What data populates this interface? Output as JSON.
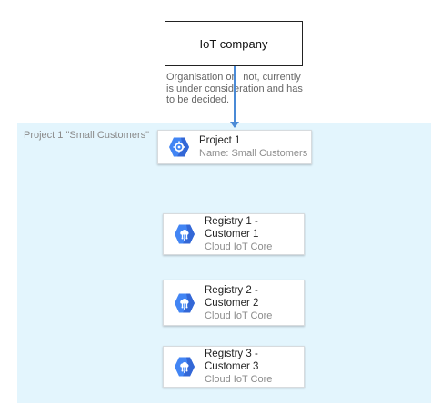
{
  "top_box": {
    "label": "IoT company"
  },
  "note": {
    "line1_a": "Organisation or",
    "line1_b": "not, currently",
    "line2": "is under consideration and has",
    "line3": "to be decided."
  },
  "project_area": {
    "title": "Project 1 \"Small Customers\""
  },
  "project_card": {
    "title": "Project 1",
    "subtitle": "Name: Small Customers",
    "icon": "gcp-project-icon"
  },
  "registries": [
    {
      "title": "Registry 1 - Customer 1",
      "subtitle": "Cloud IoT Core",
      "icon": "cloud-iot-core-icon"
    },
    {
      "title": "Registry 2 - Customer 2",
      "subtitle": "Cloud IoT Core",
      "icon": "cloud-iot-core-icon"
    },
    {
      "title": "Registry 3 - Customer 3",
      "subtitle": "Cloud IoT Core",
      "icon": "cloud-iot-core-icon"
    }
  ],
  "colors": {
    "accent": "#4a8ad6",
    "project_area": "#e3f5fd",
    "icon_blue": "#4285f4"
  }
}
